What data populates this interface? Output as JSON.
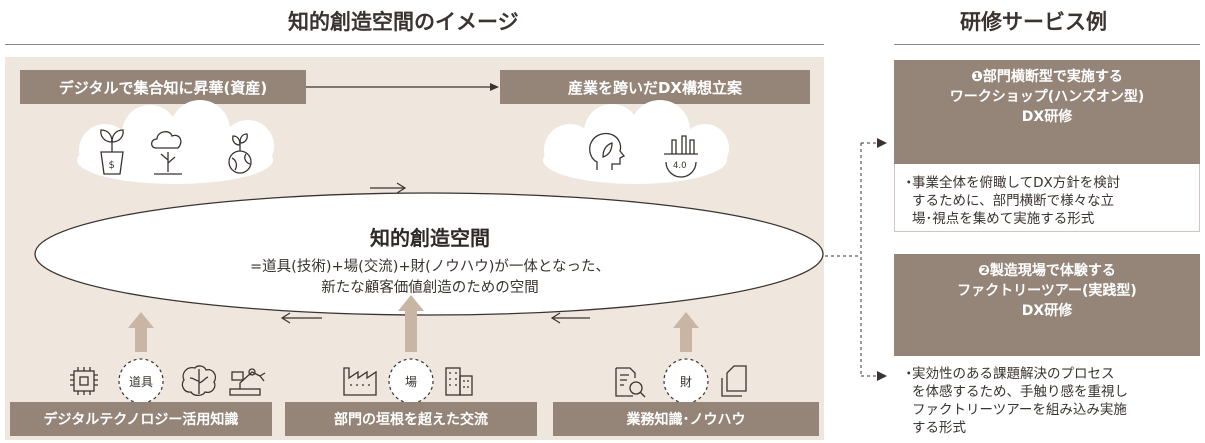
{
  "headings": {
    "left": "知的創造空間のイメージ",
    "right": "研修サービス例"
  },
  "top_boxes": {
    "left": "デジタルで集合知に昇華(資産)",
    "right": "産業を跨いだDX構想立案"
  },
  "cloud_icons": {
    "left": [
      "money-plant-icon",
      "cloud-tree-icon",
      "globe-plant-icon"
    ],
    "right": [
      "head-leaf-icon",
      "industry-4-0-icon"
    ]
  },
  "ellipse": {
    "title": "知的創造空間",
    "line1": "=道具(技術)+場(交流)+財(ノウハウ)が一体となった、",
    "line2": "新たな顧客価値創造のための空間"
  },
  "pillars": [
    {
      "ring_label": "道具",
      "box_label": "デジタルテクノロジー活用知識",
      "icons": [
        "chip-icon",
        "brain-icon",
        "robot-arm-icon"
      ]
    },
    {
      "ring_label": "場",
      "box_label": "部門の垣根を超えた交流",
      "icons": [
        "factory-icon",
        "buildings-icon"
      ]
    },
    {
      "ring_label": "財",
      "box_label": "業務知識･ノウハウ",
      "icons": [
        "document-search-icon",
        "documents-icon"
      ]
    }
  ],
  "courses": [
    {
      "number": "❶",
      "title_lines": [
        "部門横断型で実施する",
        "ワークショップ(ハンズオン型)",
        "DX研修"
      ],
      "bullet_lines": [
        "事業全体を俯瞰してDX方針を検討",
        "するために、部門横断で様々な立",
        "場･視点を集めて実施する形式"
      ]
    },
    {
      "number": "❷",
      "title_lines": [
        "製造現場で体験する",
        "ファクトリーツアー(実践型)",
        "DX研修"
      ],
      "bullet_lines": [
        "実効性のある課題解決のプロセス",
        "を体感するため、手触り感を重視し",
        "ファクトリーツアーを組み込み実施",
        "する形式"
      ]
    }
  ],
  "colors": {
    "panel": "#efe6de",
    "dark_box": "#958579",
    "arrow": "#c9b5a3",
    "text": "#3a3330"
  }
}
